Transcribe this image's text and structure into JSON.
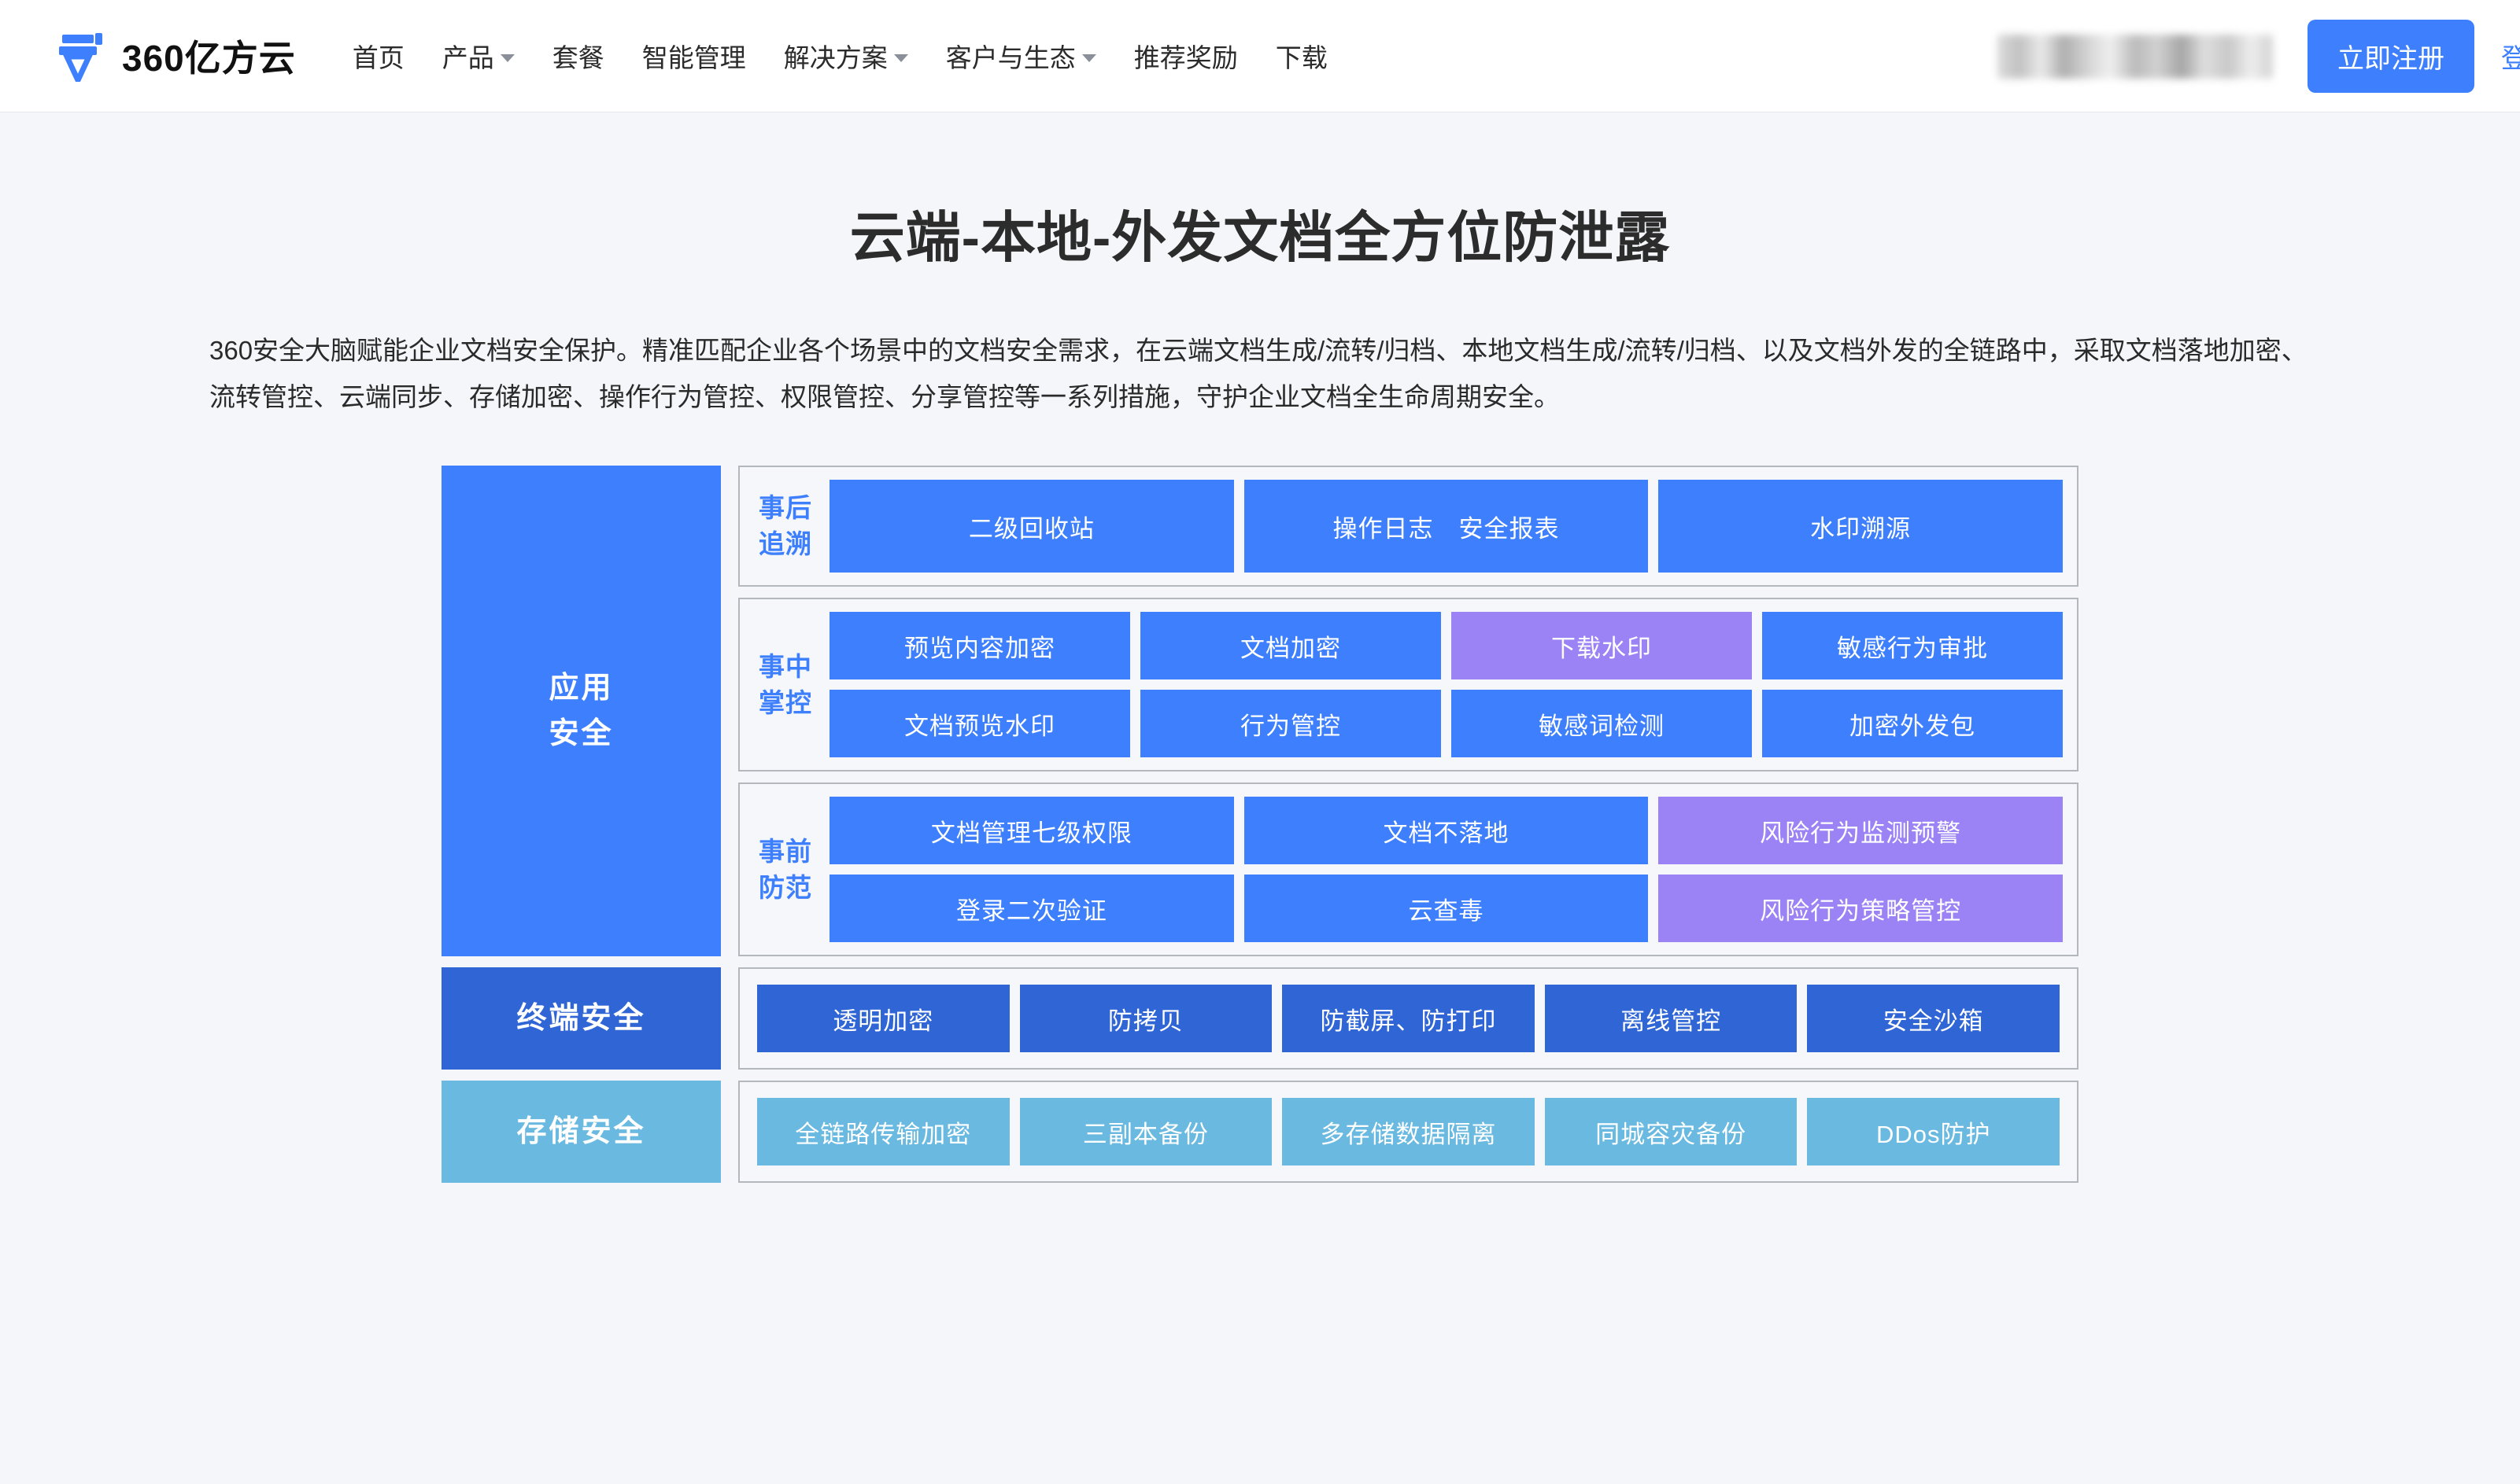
{
  "navbar": {
    "brand_name": "360亿方云",
    "brand_logo_icon": "yifangyun-logo-icon",
    "links": [
      {
        "label": "首页",
        "has_dropdown": false
      },
      {
        "label": "产品",
        "has_dropdown": true
      },
      {
        "label": "套餐",
        "has_dropdown": false
      },
      {
        "label": "智能管理",
        "has_dropdown": false
      },
      {
        "label": "解决方案",
        "has_dropdown": true
      },
      {
        "label": "客户与生态",
        "has_dropdown": true
      },
      {
        "label": "推荐奖励",
        "has_dropdown": false
      },
      {
        "label": "下载",
        "has_dropdown": false
      }
    ],
    "register_label": "立即注册",
    "login_label": "登录",
    "redacted_region": "blurred-account-area"
  },
  "hero": {
    "title": "云端-本地-外发文档全方位防泄露",
    "description": "360安全大脑赋能企业文档安全保护。精准匹配企业各个场景中的文档安全需求，在云端文档生成/流转/归档、本地文档生成/流转/归档、以及文档外发的全链路中，采取文档落地加密、流转管控、云端同步、存储加密、操作行为管控、权限管控、分享管控等一系列措施，守护企业文档全生命周期安全。"
  },
  "colors": {
    "accent_blue": "#3d7ffc",
    "deep_blue": "#2f65d4",
    "light_blue": "#6ab9e0",
    "purple": "#9b82f5",
    "panel_bg": "#f5f7fa",
    "panel_border": "#b4b7bc",
    "page_bg": "#f4f6fa"
  },
  "diagram": {
    "rows": [
      {
        "category": "应用\n安全",
        "category_plain": "应用安全",
        "category_color": "#3d7ffc",
        "groups": [
          {
            "phase": "事后\n追溯",
            "phase_plain": "事后追溯",
            "columns": 3,
            "tiles": [
              {
                "label": "二级回收站",
                "color": "blue"
              },
              {
                "label": "操作日志　安全报表",
                "color": "blue"
              },
              {
                "label": "水印溯源",
                "color": "blue"
              }
            ]
          },
          {
            "phase": "事中\n掌控",
            "phase_plain": "事中掌控",
            "columns": 4,
            "tiles": [
              {
                "label": "预览内容加密",
                "color": "blue"
              },
              {
                "label": "文档加密",
                "color": "blue"
              },
              {
                "label": "下载水印",
                "color": "purple"
              },
              {
                "label": "敏感行为审批",
                "color": "blue"
              },
              {
                "label": "文档预览水印",
                "color": "blue"
              },
              {
                "label": "行为管控",
                "color": "blue"
              },
              {
                "label": "敏感词检测",
                "color": "blue"
              },
              {
                "label": "加密外发包",
                "color": "blue"
              }
            ]
          },
          {
            "phase": "事前\n防范",
            "phase_plain": "事前防范",
            "columns": 3,
            "tiles": [
              {
                "label": "文档管理七级权限",
                "color": "blue"
              },
              {
                "label": "文档不落地",
                "color": "blue"
              },
              {
                "label": "风险行为监测预警",
                "color": "purple"
              },
              {
                "label": "登录二次验证",
                "color": "blue"
              },
              {
                "label": "云查毒",
                "color": "blue"
              },
              {
                "label": "风险行为策略管控",
                "color": "purple"
              }
            ]
          }
        ]
      },
      {
        "category": "终端安全",
        "category_plain": "终端安全",
        "category_color": "#2f65d4",
        "groups": [
          {
            "phase": "",
            "phase_plain": "",
            "columns": 5,
            "tiles": [
              {
                "label": "透明加密",
                "color": "dblue"
              },
              {
                "label": "防拷贝",
                "color": "dblue"
              },
              {
                "label": "防截屏、防打印",
                "color": "dblue"
              },
              {
                "label": "离线管控",
                "color": "dblue"
              },
              {
                "label": "安全沙箱",
                "color": "dblue"
              }
            ]
          }
        ]
      },
      {
        "category": "存储安全",
        "category_plain": "存储安全",
        "category_color": "#6ab9e0",
        "groups": [
          {
            "phase": "",
            "phase_plain": "",
            "columns": 5,
            "tiles": [
              {
                "label": "全链路传输加密",
                "color": "lblue"
              },
              {
                "label": "三副本备份",
                "color": "lblue"
              },
              {
                "label": "多存储数据隔离",
                "color": "lblue"
              },
              {
                "label": "同城容灾备份",
                "color": "lblue"
              },
              {
                "label": "DDos防护",
                "color": "lblue"
              }
            ]
          }
        ]
      }
    ]
  }
}
